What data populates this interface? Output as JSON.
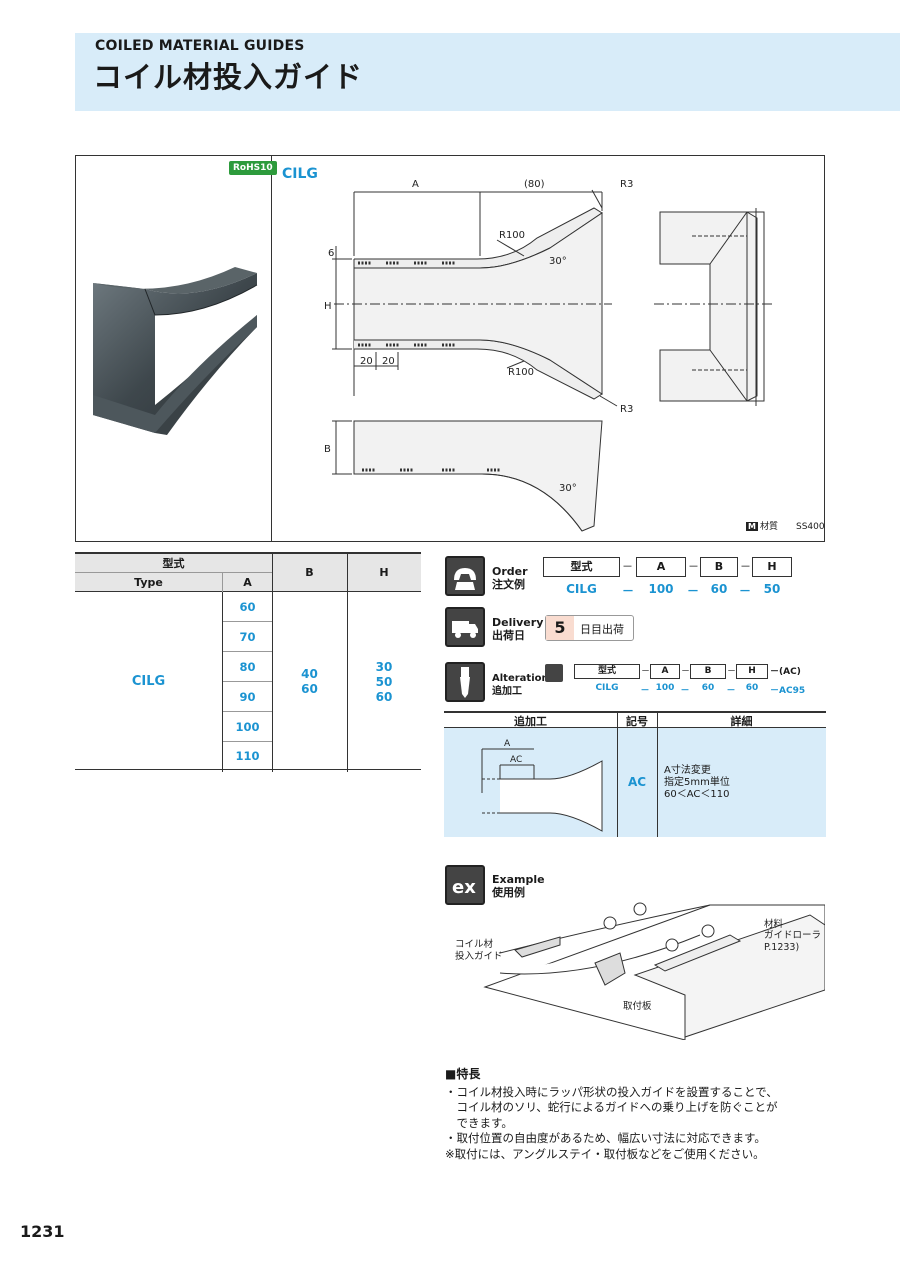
{
  "header": {
    "title_en": "COILED MATERIAL GUIDES",
    "title_jp": "コイル材投入ガイド"
  },
  "drawing": {
    "rohs": "RoHS10",
    "model": "CILG",
    "dims": {
      "a": "A",
      "len80": "(80)",
      "r3_top": "R3",
      "r100_top": "R100",
      "angle_top": "30°",
      "six": "6",
      "h": "H",
      "twenty1": "20",
      "twenty2": "20",
      "r100_bot": "R100",
      "r3_bot": "R3",
      "b": "B",
      "angle_bot": "30°"
    },
    "material_label": "材質",
    "material_value": "SS400"
  },
  "spec_table": {
    "h_type_jp": "型式",
    "h_type": "Type",
    "h_a": "A",
    "h_b": "B",
    "h_h": "H",
    "type": "CILG",
    "a_values": [
      "60",
      "70",
      "80",
      "90",
      "100",
      "110"
    ],
    "b_values": "40\n60",
    "h_values": "30\n50\n60"
  },
  "order": {
    "label_en": "Order",
    "label_jp": "注文例",
    "cols": [
      "型式",
      "A",
      "B",
      "H"
    ],
    "values": [
      "CILG",
      "100",
      "60",
      "50"
    ],
    "dash": "－"
  },
  "delivery": {
    "label_en": "Delivery",
    "label_jp": "出荷日",
    "days": "5",
    "unit": "日目出荷"
  },
  "alterations": {
    "label_en": "Alterations",
    "label_jp": "追加工",
    "cols": [
      "型式",
      "A",
      "B",
      "H",
      "(AC)"
    ],
    "values": [
      "CILG",
      "100",
      "60",
      "60",
      "AC95"
    ],
    "dash": "－",
    "table": {
      "h1": "追加工",
      "h2": "記号",
      "h3": "詳細",
      "code": "AC",
      "detail1": "A寸法変更",
      "detail2": "指定5mm単位",
      "detail3": "60＜AC＜110",
      "dim_a": "A",
      "dim_ac": "AC"
    }
  },
  "example": {
    "label_en": "Example",
    "label_jp": "使用例",
    "callout1a": "コイル材",
    "callout1b": "投入ガイド",
    "callout2a": "材料",
    "callout2b": "ガイドローラ",
    "callout2c": "P.1233)",
    "callout3": "取付板"
  },
  "features": {
    "title": "■特長",
    "line1": "・コイル材投入時にラッパ形状の投入ガイドを設置することで、",
    "line2": "　コイル材のソリ、蛇行によるガイドへの乗り上げを防ぐことが",
    "line3": "　できます。",
    "line4": "・取付位置の自由度があるため、幅広い寸法に対応できます。",
    "line5": "※取付には、アングルステイ・取付板などをご使用ください。"
  },
  "page_number": "1231",
  "colors": {
    "accent_blue": "#1b93d1",
    "band_blue": "#d8ecf9",
    "rohs_green": "#2d9b3c"
  }
}
